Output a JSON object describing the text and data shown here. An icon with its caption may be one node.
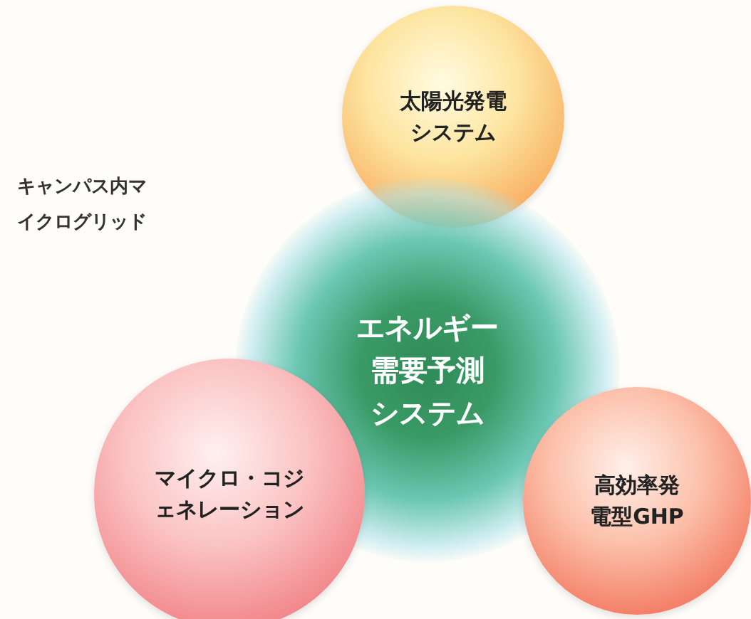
{
  "diagram": {
    "nodes": [
      {
        "text": [
          "太陽光発電システム"
        ]
      },
      {
        "text": [
          "エネルギー需要予測システム"
        ]
      },
      {
        "text": [
          "マイクロ・コジェネレーション"
        ]
      },
      {
        "text": [
          "高効率発電型GHP"
        ]
      }
    ],
    "labels": [
      "キャンパス内マイクログリッド"
    ]
  }
}
